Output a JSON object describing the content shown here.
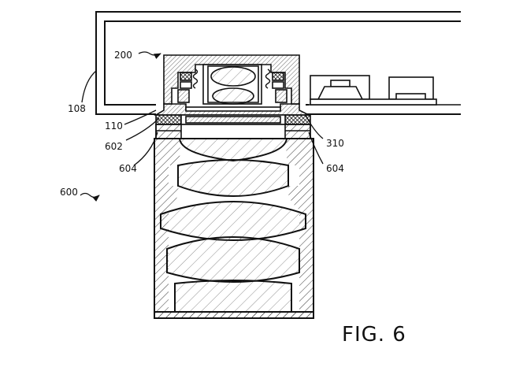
{
  "figure": {
    "caption": "FIG. 6",
    "references": {
      "r200": "200",
      "r108": "108",
      "r110": "110",
      "r602": "602",
      "r604_left": "604",
      "r310": "310",
      "r604_right": "604",
      "r600": "600"
    }
  }
}
